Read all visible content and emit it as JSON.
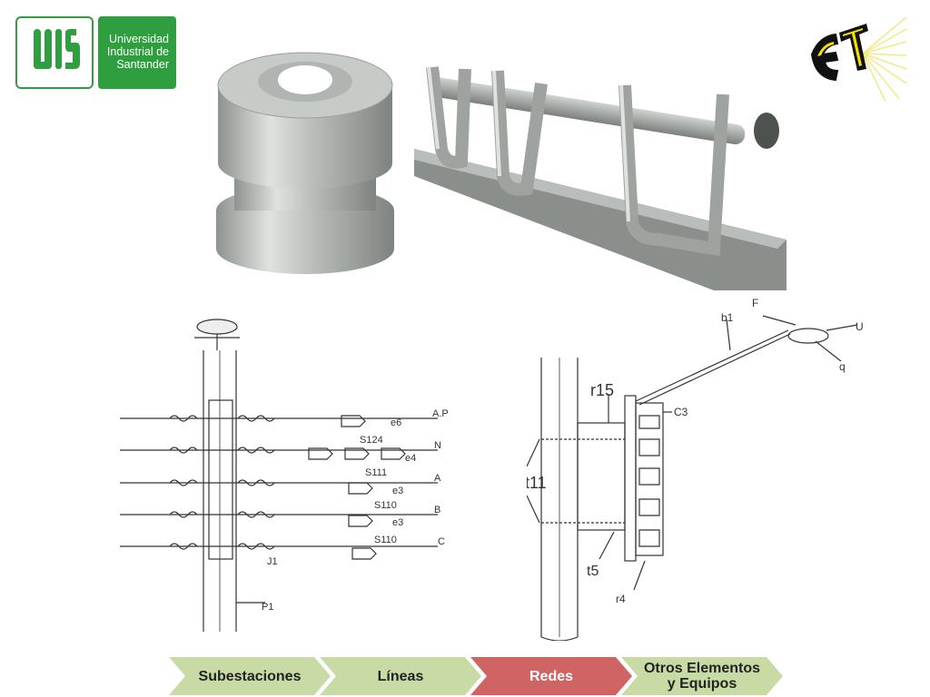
{
  "header": {
    "university_name": [
      "Universidad",
      "Industrial de",
      "Santander"
    ],
    "logo_letters": "UIS",
    "corner_logo_letters": "ET"
  },
  "diagram_left": {
    "labels": {
      "ap": "A.P",
      "n": "N",
      "a": "A",
      "b": "B",
      "c": "C",
      "e6": "e6",
      "s124": "S124",
      "e4": "e4",
      "s111": "S111",
      "e3a": "e3",
      "s110a": "S110",
      "e3b": "e3",
      "s110b": "S110",
      "j1": "J1",
      "p1": "P1"
    }
  },
  "diagram_right": {
    "labels": {
      "f": "F",
      "b1": "b1",
      "u": "U",
      "q": "q",
      "r15": "r15",
      "c3": "C3",
      "t11": "t11",
      "t5": "t5",
      "r4": "r4"
    }
  },
  "nav": {
    "items": [
      {
        "label": "Subestaciones",
        "active": false
      },
      {
        "label": "Líneas",
        "active": false
      },
      {
        "label": "Redes",
        "active": true
      },
      {
        "label": "Otros Elementos y Equipos",
        "active": false
      }
    ]
  },
  "colors": {
    "brand_green": "#2e9e3e",
    "nav_inactive": "#c9dba4",
    "nav_active": "#d06363"
  }
}
